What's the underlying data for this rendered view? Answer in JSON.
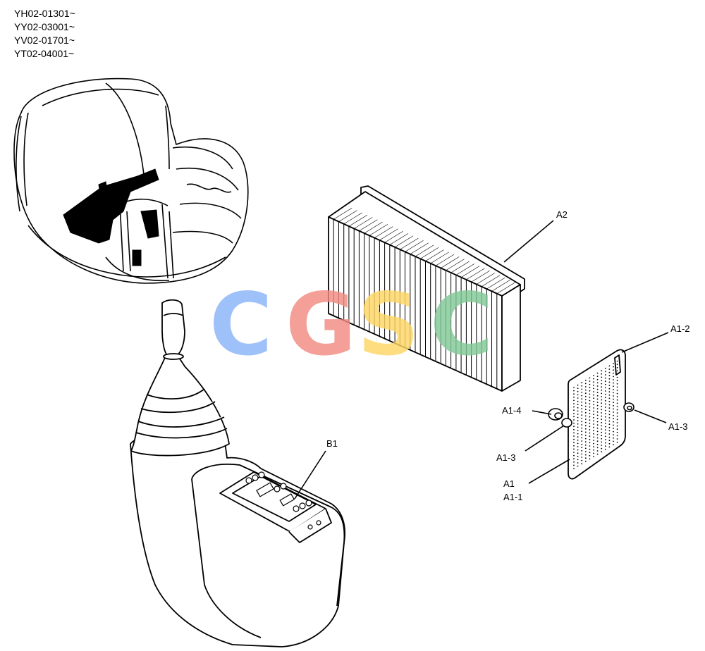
{
  "serial_numbers": [
    "YH02-01301~",
    "YY02-03001~",
    "YV02-01701~",
    "YT02-04001~"
  ],
  "callouts": {
    "a2": "A2",
    "a1_2": "A1-2",
    "a1_4": "A1-4",
    "a1_3_right": "A1-3",
    "a1_3_left": "A1-3",
    "a1": "A1",
    "a1_1": "A1-1",
    "b1": "B1"
  },
  "watermark": {
    "text": "CGSC",
    "colors": [
      "#8ab4f8",
      "#f28b82",
      "#fdd663",
      "#81c995"
    ]
  }
}
